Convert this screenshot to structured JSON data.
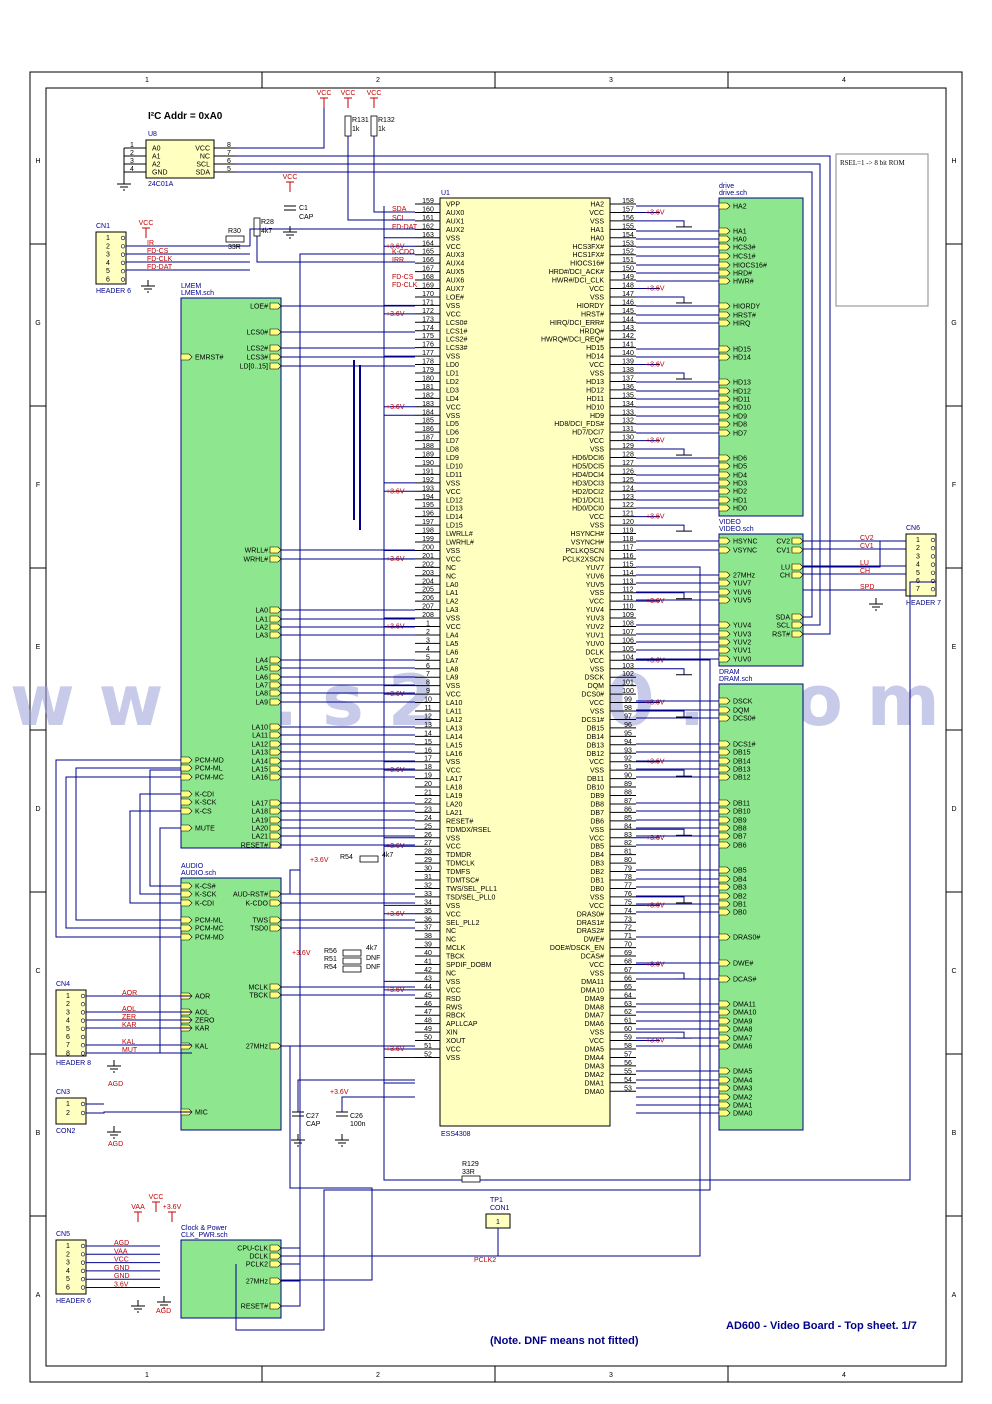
{
  "grid": {
    "columns": [
      "1",
      "2",
      "3",
      "4"
    ],
    "rows": [
      "H",
      "G",
      "F",
      "E",
      "D",
      "C",
      "B",
      "A"
    ]
  },
  "eeprom": {
    "heading": "I²C Addr = 0xA0",
    "ref": "U8",
    "part": "24C01A",
    "left_pins": [
      "A0",
      "A1",
      "A2",
      "GND"
    ],
    "left_nums": [
      "1",
      "2",
      "3",
      "4"
    ],
    "right_pins": [
      "VCC",
      "NC",
      "SCL",
      "SDA"
    ],
    "right_nums": [
      "8",
      "7",
      "6",
      "5"
    ]
  },
  "power_labels": {
    "vcc": "VCC",
    "v36": "+3.6V",
    "vaa": "VAA",
    "agd": "AGD"
  },
  "resistors": {
    "r131": "R131",
    "r131_val": "1k",
    "r132": "R132",
    "r132_val": "1k",
    "r30": "R30",
    "r30_val": "33R",
    "r28": "R28",
    "r28_val": "4k7",
    "r54a": "R54",
    "r54a_val": "4k7",
    "r56": "R56",
    "r56_val": "4k7",
    "r51": "R51",
    "r51_val": "DNF",
    "r54b": "R54",
    "r54b_val": "DNF",
    "r129": "R129",
    "r129_val": "33R"
  },
  "caps": {
    "c1": "C1",
    "c1_val": "CAP",
    "c27": "C27",
    "c27_val": "CAP",
    "c26": "C26",
    "c26_val": "100n"
  },
  "cn1": {
    "ref": "CN1",
    "part": "HEADER 6",
    "pins": [
      "1",
      "2",
      "3",
      "4",
      "5",
      "6"
    ],
    "nets": [
      "IR",
      "FD-CS",
      "FD-CLK",
      "FD-DAT"
    ]
  },
  "cn4": {
    "ref": "CN4",
    "part": "HEADER 8",
    "pins": [
      "1",
      "2",
      "3",
      "4",
      "5",
      "6",
      "7",
      "8"
    ],
    "nets": [
      "AOR",
      "AOL",
      "ZER",
      "KAR",
      "KAL",
      "MUT"
    ]
  },
  "cn3": {
    "ref": "CN3",
    "part": "CON2",
    "pins": [
      "1",
      "2"
    ]
  },
  "cn5": {
    "ref": "CN5",
    "part": "HEADER 6",
    "pins": [
      "1",
      "2",
      "3",
      "4",
      "5",
      "6"
    ],
    "nets": [
      "AGD",
      "VAA",
      "VCC",
      "GND",
      "GND",
      "3.6V"
    ]
  },
  "cn6": {
    "ref": "CN6",
    "part": "HEADER 7",
    "pins": [
      "1",
      "2",
      "3",
      "4",
      "5",
      "6",
      "7"
    ],
    "nets": [
      "CV2",
      "CV1",
      "LU",
      "CH",
      "SPD"
    ]
  },
  "tp1": {
    "ref": "TP1",
    "part": "CON1",
    "pin": "1"
  },
  "lmem": {
    "title": "LMEM",
    "file": "LMEM.sch",
    "right_ports": [
      "LOE#",
      "LCS0#",
      "LCS2#",
      "LCS3#",
      "LD[0..15]",
      "WRLL#",
      "WRHL#",
      "LA0",
      "LA1",
      "LA2",
      "LA3",
      "LA4",
      "LA5",
      "LA6",
      "LA7",
      "LA8",
      "LA9",
      "LA10",
      "LA11",
      "LA12",
      "LA13",
      "LA14",
      "LA15",
      "LA16",
      "LA17",
      "LA18",
      "LA19",
      "LA20",
      "LA21",
      "RESET#"
    ],
    "left_ports": [
      "EMRST#",
      "PCM-MD",
      "PCM-ML",
      "PCM-MC",
      "K-CDI",
      "K-SCK",
      "K-CS",
      "MUTE"
    ]
  },
  "audio": {
    "title": "AUDIO",
    "file": "AUDIO.sch",
    "left_ports": [
      "K-CS#",
      "K-SCK",
      "K-CDI",
      "PCM-ML",
      "PCM-MC",
      "PCM-MD",
      "AOR",
      "AOL",
      "ZERO",
      "KAR",
      "KAL",
      "MIC"
    ],
    "right_ports": [
      "AUD-RST#",
      "K-CDO",
      "TWS",
      "TSD0",
      "MCLK",
      "TBCK",
      "27MHz"
    ]
  },
  "clk": {
    "title": "Clock & Power",
    "file": "CLK_PWR.sch",
    "right_ports": [
      "CPU-CLK",
      "DCLK",
      "PCLK2",
      "27MHz",
      "RESET#"
    ]
  },
  "drive": {
    "title": "drive",
    "file": "drive.sch",
    "ports": [
      "HA2",
      "HA1",
      "HA0",
      "HCS3#",
      "HCS1#",
      "HIOCS16#",
      "HRD#",
      "HWR#",
      "HIORDY",
      "HRST#",
      "HIRQ",
      "HD15",
      "HD14",
      "HD13",
      "HD12",
      "HD11",
      "HD10",
      "HD9",
      "HD8",
      "HD7",
      "HD6",
      "HD5",
      "HD4",
      "HD3",
      "HD2",
      "HD1",
      "HD0"
    ]
  },
  "video": {
    "title": "VIDEO",
    "file": "VIDEO.sch",
    "left_ports": [
      "HSYNC",
      "VSYNC",
      "27MHz",
      "YUV7",
      "YUV6",
      "YUV5",
      "YUV4",
      "YUV3",
      "YUV2",
      "YUV1",
      "YUV0"
    ],
    "right_ports": [
      "CV2",
      "CV1",
      "LU",
      "CH",
      "SDA",
      "SCL",
      "RST#"
    ]
  },
  "dram": {
    "title": "DRAM",
    "file": "DRAM.sch",
    "ports": [
      "DSCK",
      "DQM",
      "DCS0#",
      "DCS1#",
      "DB15",
      "DB14",
      "DB13",
      "DB12",
      "DB11",
      "DB10",
      "DB9",
      "DB8",
      "DB7",
      "DB6",
      "DB5",
      "DB4",
      "DB3",
      "DB2",
      "DB1",
      "DB0",
      "DRAS0#",
      "DWE#",
      "DCAS#",
      "DMA11",
      "DMA10",
      "DMA9",
      "DMA8",
      "DMA7",
      "DMA6",
      "DMA5",
      "DMA4",
      "DMA3",
      "DMA2",
      "DMA1",
      "DMA0"
    ]
  },
  "u1": {
    "ref": "U1",
    "part": "ESS4308",
    "left": [
      [
        "159",
        "VPP"
      ],
      [
        "160",
        "AUX0"
      ],
      [
        "161",
        "AUX1"
      ],
      [
        "162",
        "AUX2"
      ],
      [
        "163",
        "VSS"
      ],
      [
        "164",
        "VCC"
      ],
      [
        "165",
        "AUX3"
      ],
      [
        "166",
        "AUX4"
      ],
      [
        "167",
        "AUX5"
      ],
      [
        "168",
        "AUX6"
      ],
      [
        "169",
        "AUX7"
      ],
      [
        "170",
        "LOE#"
      ],
      [
        "171",
        "VSS"
      ],
      [
        "172",
        "VCC"
      ],
      [
        "173",
        "LCS0#"
      ],
      [
        "174",
        "LCS1#"
      ],
      [
        "175",
        "LCS2#"
      ],
      [
        "176",
        "LCS3#"
      ],
      [
        "177",
        "VSS"
      ],
      [
        "178",
        "LD0"
      ],
      [
        "179",
        "LD1"
      ],
      [
        "180",
        "LD2"
      ],
      [
        "181",
        "LD3"
      ],
      [
        "182",
        "LD4"
      ],
      [
        "183",
        "VCC"
      ],
      [
        "184",
        "VSS"
      ],
      [
        "185",
        "LD5"
      ],
      [
        "186",
        "LD6"
      ],
      [
        "187",
        "LD7"
      ],
      [
        "188",
        "LD8"
      ],
      [
        "189",
        "LD9"
      ],
      [
        "190",
        "LD10"
      ],
      [
        "191",
        "LD11"
      ],
      [
        "192",
        "VSS"
      ],
      [
        "193",
        "VCC"
      ],
      [
        "194",
        "LD12"
      ],
      [
        "195",
        "LD13"
      ],
      [
        "196",
        "LD14"
      ],
      [
        "197",
        "LD15"
      ],
      [
        "198",
        "LWRLL#"
      ],
      [
        "199",
        "LWRHL#"
      ],
      [
        "200",
        "VSS"
      ],
      [
        "201",
        "VCC"
      ],
      [
        "202",
        "NC"
      ],
      [
        "203",
        "NC"
      ],
      [
        "204",
        "LA0"
      ],
      [
        "205",
        "LA1"
      ],
      [
        "206",
        "LA2"
      ],
      [
        "207",
        "LA3"
      ],
      [
        "208",
        "VSS"
      ],
      [
        "1",
        "VCC"
      ],
      [
        "2",
        "LA4"
      ],
      [
        "3",
        "LA5"
      ],
      [
        "4",
        "LA6"
      ],
      [
        "5",
        "LA7"
      ],
      [
        "6",
        "LA8"
      ],
      [
        "7",
        "LA9"
      ],
      [
        "8",
        "VSS"
      ],
      [
        "9",
        "VCC"
      ],
      [
        "10",
        "LA10"
      ],
      [
        "11",
        "LA11"
      ],
      [
        "12",
        "LA12"
      ],
      [
        "13",
        "LA13"
      ],
      [
        "14",
        "LA14"
      ],
      [
        "15",
        "LA15"
      ],
      [
        "16",
        "LA16"
      ],
      [
        "17",
        "VSS"
      ],
      [
        "18",
        "VCC"
      ],
      [
        "19",
        "LA17"
      ],
      [
        "20",
        "LA18"
      ],
      [
        "21",
        "LA19"
      ],
      [
        "22",
        "LA20"
      ],
      [
        "23",
        "LA21"
      ],
      [
        "24",
        "RESET#"
      ],
      [
        "25",
        "TDMDX/RSEL"
      ],
      [
        "26",
        "VSS"
      ],
      [
        "27",
        "VCC"
      ],
      [
        "28",
        "TDMDR"
      ],
      [
        "29",
        "TDMCLK"
      ],
      [
        "30",
        "TDMFS"
      ],
      [
        "31",
        "TDMTSC#"
      ],
      [
        "32",
        "TWS/SEL_PLL1"
      ],
      [
        "33",
        "TSD/SEL_PLL0"
      ],
      [
        "34",
        "VSS"
      ],
      [
        "35",
        "VCC"
      ],
      [
        "36",
        "SEL_PLL2"
      ],
      [
        "37",
        "NC"
      ],
      [
        "38",
        "NC"
      ],
      [
        "39",
        "MCLK"
      ],
      [
        "40",
        "TBCK"
      ],
      [
        "41",
        "SPDIF_DOBM"
      ],
      [
        "42",
        "NC"
      ],
      [
        "43",
        "VSS"
      ],
      [
        "44",
        "VCC"
      ],
      [
        "45",
        "RSD"
      ],
      [
        "46",
        "RWS"
      ],
      [
        "47",
        "RBCK"
      ],
      [
        "48",
        "APLLCAP"
      ],
      [
        "49",
        "XIN"
      ],
      [
        "50",
        "XOUT"
      ],
      [
        "51",
        "VCC"
      ],
      [
        "52",
        "VSS"
      ]
    ],
    "right": [
      [
        "158",
        "HA2"
      ],
      [
        "157",
        "VCC"
      ],
      [
        "156",
        "VSS"
      ],
      [
        "155",
        "HA1"
      ],
      [
        "154",
        "HA0"
      ],
      [
        "153",
        "HCS3FX#"
      ],
      [
        "152",
        "HCS1FX#"
      ],
      [
        "151",
        "HIOCS16#"
      ],
      [
        "150",
        "HRD#/DCI_ACK#"
      ],
      [
        "149",
        "HWR#/DCI_CLK"
      ],
      [
        "148",
        "VCC"
      ],
      [
        "147",
        "VSS"
      ],
      [
        "146",
        "HIORDY"
      ],
      [
        "145",
        "HRST#"
      ],
      [
        "144",
        "HIRQ/DCI_ERR#"
      ],
      [
        "143",
        "HRDQ#"
      ],
      [
        "142",
        "HWRQ#/DCI_REQ#"
      ],
      [
        "141",
        "HD15"
      ],
      [
        "140",
        "HD14"
      ],
      [
        "139",
        "VCC"
      ],
      [
        "138",
        "VSS"
      ],
      [
        "137",
        "HD13"
      ],
      [
        "136",
        "HD12"
      ],
      [
        "135",
        "HD11"
      ],
      [
        "134",
        "HD10"
      ],
      [
        "133",
        "HD9"
      ],
      [
        "132",
        "HD8/DCI_FDS#"
      ],
      [
        "131",
        "HD7/DCI7"
      ],
      [
        "130",
        "VCC"
      ],
      [
        "129",
        "VSS"
      ],
      [
        "128",
        "HD6/DCI6"
      ],
      [
        "127",
        "HD5/DCI5"
      ],
      [
        "126",
        "HD4/DCI4"
      ],
      [
        "125",
        "HD3/DCI3"
      ],
      [
        "124",
        "HD2/DCI2"
      ],
      [
        "123",
        "HD1/DCI1"
      ],
      [
        "122",
        "HD0/DCI0"
      ],
      [
        "121",
        "VCC"
      ],
      [
        "120",
        "VSS"
      ],
      [
        "119",
        "HSYNCH#"
      ],
      [
        "118",
        "VSYNCH#"
      ],
      [
        "117",
        "PCLKQSCN"
      ],
      [
        "116",
        "PCLK2XSCN"
      ],
      [
        "115",
        "YUV7"
      ],
      [
        "114",
        "YUV6"
      ],
      [
        "113",
        "YUV5"
      ],
      [
        "112",
        "VSS"
      ],
      [
        "111",
        "VCC"
      ],
      [
        "110",
        "YUV4"
      ],
      [
        "109",
        "YUV3"
      ],
      [
        "108",
        "YUV2"
      ],
      [
        "107",
        "YUV1"
      ],
      [
        "106",
        "YUV0"
      ],
      [
        "105",
        "DCLK"
      ],
      [
        "104",
        "VCC"
      ],
      [
        "103",
        "VSS"
      ],
      [
        "102",
        "DSCK"
      ],
      [
        "101",
        "DQM"
      ],
      [
        "100",
        "DCS0#"
      ],
      [
        "99",
        "VCC"
      ],
      [
        "98",
        "VSS"
      ],
      [
        "97",
        "DCS1#"
      ],
      [
        "96",
        "DB15"
      ],
      [
        "95",
        "DB14"
      ],
      [
        "94",
        "DB13"
      ],
      [
        "93",
        "DB12"
      ],
      [
        "92",
        "VCC"
      ],
      [
        "91",
        "VSS"
      ],
      [
        "90",
        "DB11"
      ],
      [
        "89",
        "DB10"
      ],
      [
        "88",
        "DB9"
      ],
      [
        "87",
        "DB8"
      ],
      [
        "86",
        "DB7"
      ],
      [
        "85",
        "DB6"
      ],
      [
        "84",
        "VSS"
      ],
      [
        "83",
        "VCC"
      ],
      [
        "82",
        "DB5"
      ],
      [
        "81",
        "DB4"
      ],
      [
        "80",
        "DB3"
      ],
      [
        "79",
        "DB2"
      ],
      [
        "78",
        "DB1"
      ],
      [
        "77",
        "DB0"
      ],
      [
        "76",
        "VSS"
      ],
      [
        "75",
        "VCC"
      ],
      [
        "74",
        "DRAS0#"
      ],
      [
        "73",
        "DRAS1#"
      ],
      [
        "72",
        "DRAS2#"
      ],
      [
        "71",
        "DWE#"
      ],
      [
        "70",
        "DOE#/DSCK_EN"
      ],
      [
        "69",
        "DCAS#"
      ],
      [
        "68",
        "VCC"
      ],
      [
        "67",
        "VSS"
      ],
      [
        "66",
        "DMA11"
      ],
      [
        "65",
        "DMA10"
      ],
      [
        "64",
        "DMA9"
      ],
      [
        "63",
        "DMA8"
      ],
      [
        "62",
        "DMA7"
      ],
      [
        "61",
        "DMA6"
      ],
      [
        "60",
        "VSS"
      ],
      [
        "59",
        "VCC"
      ],
      [
        "58",
        "DMA5"
      ],
      [
        "57",
        "DMA4"
      ],
      [
        "56",
        "DMA3"
      ],
      [
        "55",
        "DMA2"
      ],
      [
        "54",
        "DMA1"
      ],
      [
        "53",
        "DMA0"
      ]
    ]
  },
  "nets": {
    "sda": "SDA",
    "scl": "SCL",
    "fd_dat": "FD-DAT",
    "k_cdo": "K-CDO",
    "irr": "IRR",
    "fd_cs": "FD-CS",
    "fd_clk": "FD-CLK",
    "pclk2": "PCLK2"
  },
  "rsel_note": "RSEL=1 -> 8 bit ROM",
  "title_block": "AD600 - Video Board - Top sheet. 1/7",
  "note": "(Note. DNF means not fitted)",
  "watermark": "www.s2000.com"
}
